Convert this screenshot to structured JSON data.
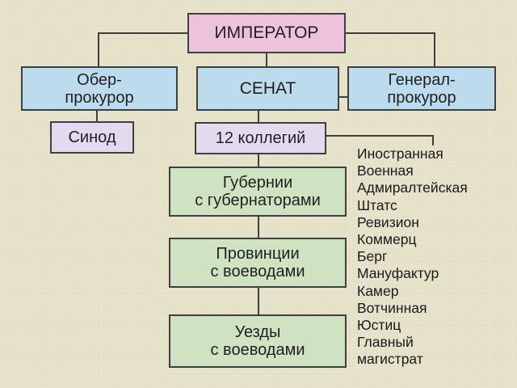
{
  "colors": {
    "background": "#e7e3cb",
    "emperor_fill": "#ecc2dc",
    "senate_fill": "#bcdcee",
    "synod_fill": "#e4daf0",
    "local_fill": "#cfe3c2",
    "line": "#3f3f3f"
  },
  "nodes": {
    "emperor": "ИМПЕРАТОР",
    "ober_procurator": "Обер-\nпрокурор",
    "senate": "СЕНАТ",
    "procurator_general": "Генерал-\nпрокурор",
    "synod": "Синод",
    "colleges": "12 коллегий",
    "provinces": "Губернии\nс губернаторами",
    "provintsii": "Провинции\nс воеводами",
    "uezdy": "Уезды\nс воеводами"
  },
  "college_list": [
    "Иностранная",
    "Военная",
    "Адмиралтейская",
    "Штатс",
    "Ревизион",
    "Коммерц",
    "Берг",
    "Мануфактур",
    "Камер",
    "Вотчинная",
    "Юстиц",
    "Главный",
    "магистрат"
  ]
}
